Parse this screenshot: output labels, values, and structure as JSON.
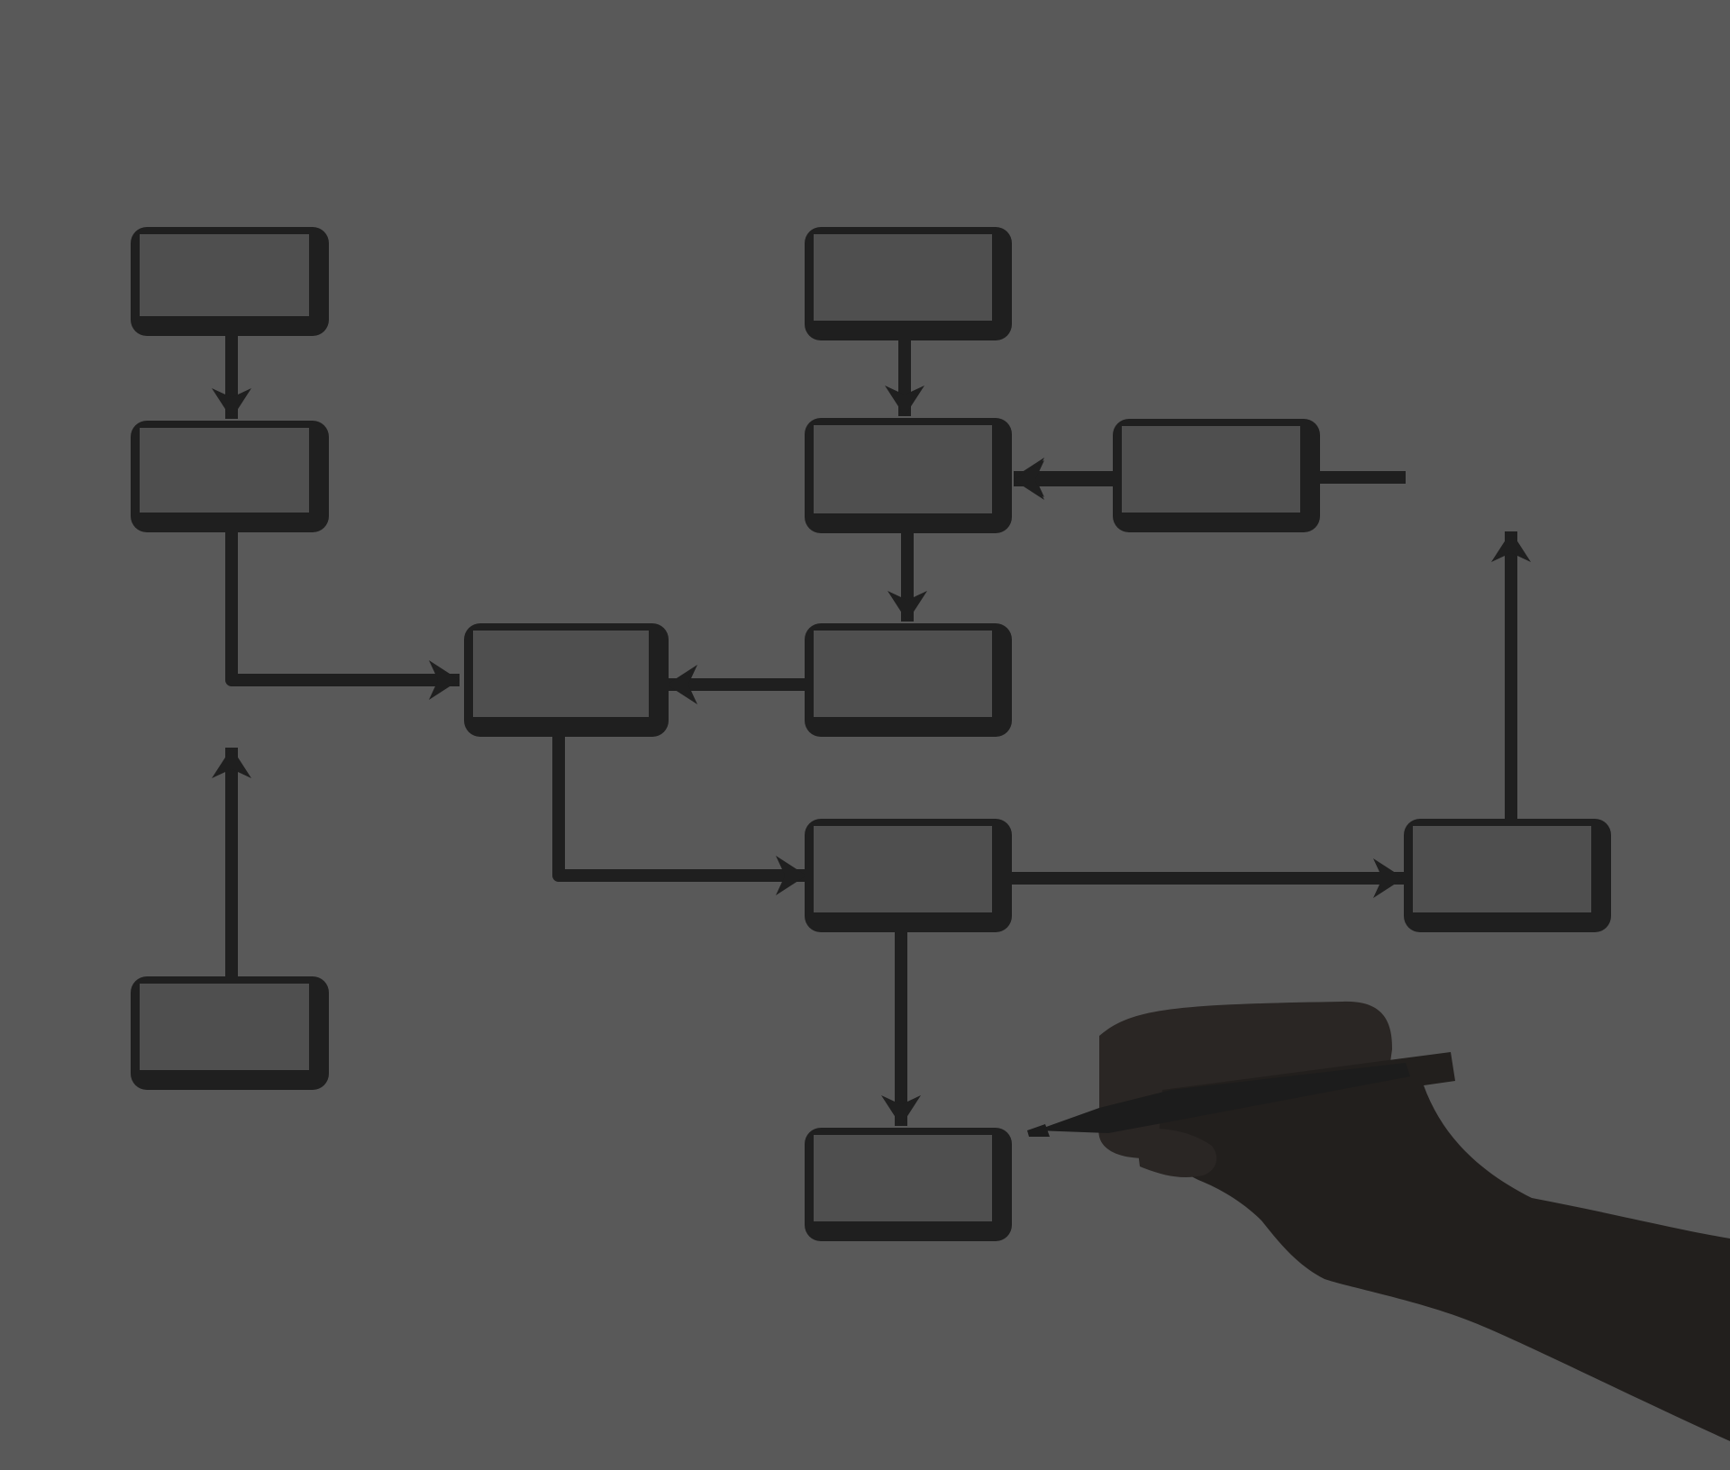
{
  "colors": {
    "background": "#595959",
    "box_fill": "#4f4f4f",
    "stroke": "#1f1f1f",
    "hand_dark": "#2a2624",
    "hand_mid": "#221f1d",
    "pen": "#1c1c1c"
  },
  "diagram": {
    "boxes": [
      {
        "id": "A",
        "label": ""
      },
      {
        "id": "B",
        "label": ""
      },
      {
        "id": "C",
        "label": ""
      },
      {
        "id": "D",
        "label": ""
      },
      {
        "id": "E",
        "label": ""
      },
      {
        "id": "F",
        "label": ""
      },
      {
        "id": "G",
        "label": ""
      },
      {
        "id": "H",
        "label": ""
      },
      {
        "id": "I",
        "label": ""
      },
      {
        "id": "J",
        "label": ""
      },
      {
        "id": "K",
        "label": ""
      }
    ],
    "edges": [
      {
        "from": "A",
        "to": "B"
      },
      {
        "from": "B",
        "to": "D"
      },
      {
        "from": "C",
        "to": "D"
      },
      {
        "from": "D",
        "to": "I"
      },
      {
        "from": "E",
        "to": "F"
      },
      {
        "from": "H",
        "to": "F"
      },
      {
        "from": "G",
        "to": "F"
      },
      {
        "from": "F",
        "to": "H"
      },
      {
        "from": "H",
        "to": "D"
      },
      {
        "from": "I",
        "to": "J"
      },
      {
        "from": "J",
        "to": "G"
      },
      {
        "from": "I",
        "to": "K"
      }
    ]
  },
  "illustration": {
    "hand_icon": "hand-holding-pen-icon"
  }
}
